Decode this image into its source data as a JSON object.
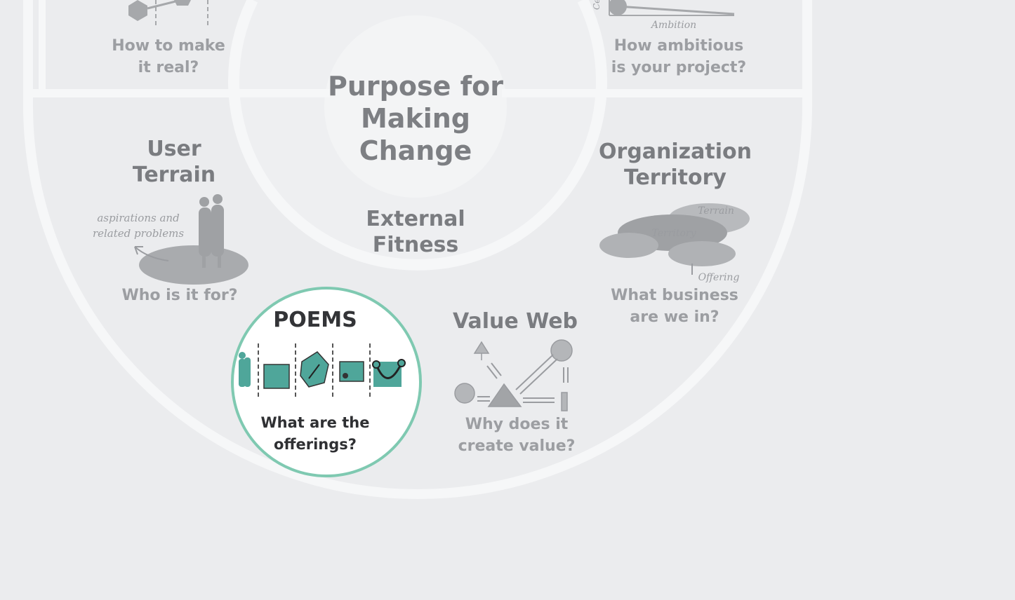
{
  "center": {
    "title_lines": [
      "Purpose for",
      "Making",
      "Change"
    ],
    "subtitle_lines": [
      "External",
      "Fitness"
    ]
  },
  "sections": {
    "make_real": {
      "question_lines": [
        "How to make",
        "it real?"
      ]
    },
    "ambition": {
      "axis_label": "Ambition",
      "axis_side_label": "Ce",
      "question_lines": [
        "How ambitious",
        "is your project?"
      ]
    },
    "user_terrain": {
      "title_lines": [
        "User",
        "Terrain"
      ],
      "note_lines": [
        "aspirations and",
        "related problems"
      ],
      "question": "Who is it for?"
    },
    "organization_territory": {
      "title_lines": [
        "Organization",
        "Territory"
      ],
      "labels": [
        "Terrain",
        "Territory",
        "Offering"
      ],
      "question_lines": [
        "What business",
        "are we in?"
      ]
    },
    "poems": {
      "title": "POEMS",
      "question_lines": [
        "What are the",
        "offerings?"
      ]
    },
    "value_web": {
      "title": "Value Web",
      "question_lines": [
        "Why does it",
        "create value?"
      ]
    }
  },
  "colors": {
    "background": "#ebecee",
    "ring": "#f6f7f8",
    "highlight": "#7fc9b1",
    "teal": "#4fa69a",
    "blob": "#a9abae"
  }
}
